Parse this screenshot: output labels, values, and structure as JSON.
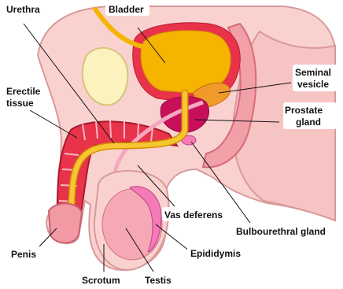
{
  "labels": {
    "urethra": "Urethra",
    "bladder": "Bladder",
    "erectile_tissue_line1": "Erectile",
    "erectile_tissue_line2": "tissue",
    "seminal_vesicle_line1": "Seminal",
    "seminal_vesicle_line2": "vesicle",
    "prostate_gland_line1": "Prostate",
    "prostate_gland_line2": "gland",
    "vas_deferens": "Vas deferens",
    "bulbourethral_gland": "Bulbourethral gland",
    "epididymis": "Epididymis",
    "penis": "Penis",
    "scrotum": "Scrotum",
    "testis": "Testis"
  },
  "colors": {
    "background": "#ffffff",
    "skin": "#f9d2d0",
    "skin_outline": "#d89a9a",
    "erectile": "#e8334a",
    "bladder": "#f4b400",
    "urethra_tube": "#f7c733",
    "prostate": "#c8105a",
    "seminal_vesicle": "#f09a2a",
    "bone": "#fbf2c0",
    "epididymis": "#f47ab8",
    "testis": "#f6a8b4",
    "leader_line": "#111111"
  }
}
